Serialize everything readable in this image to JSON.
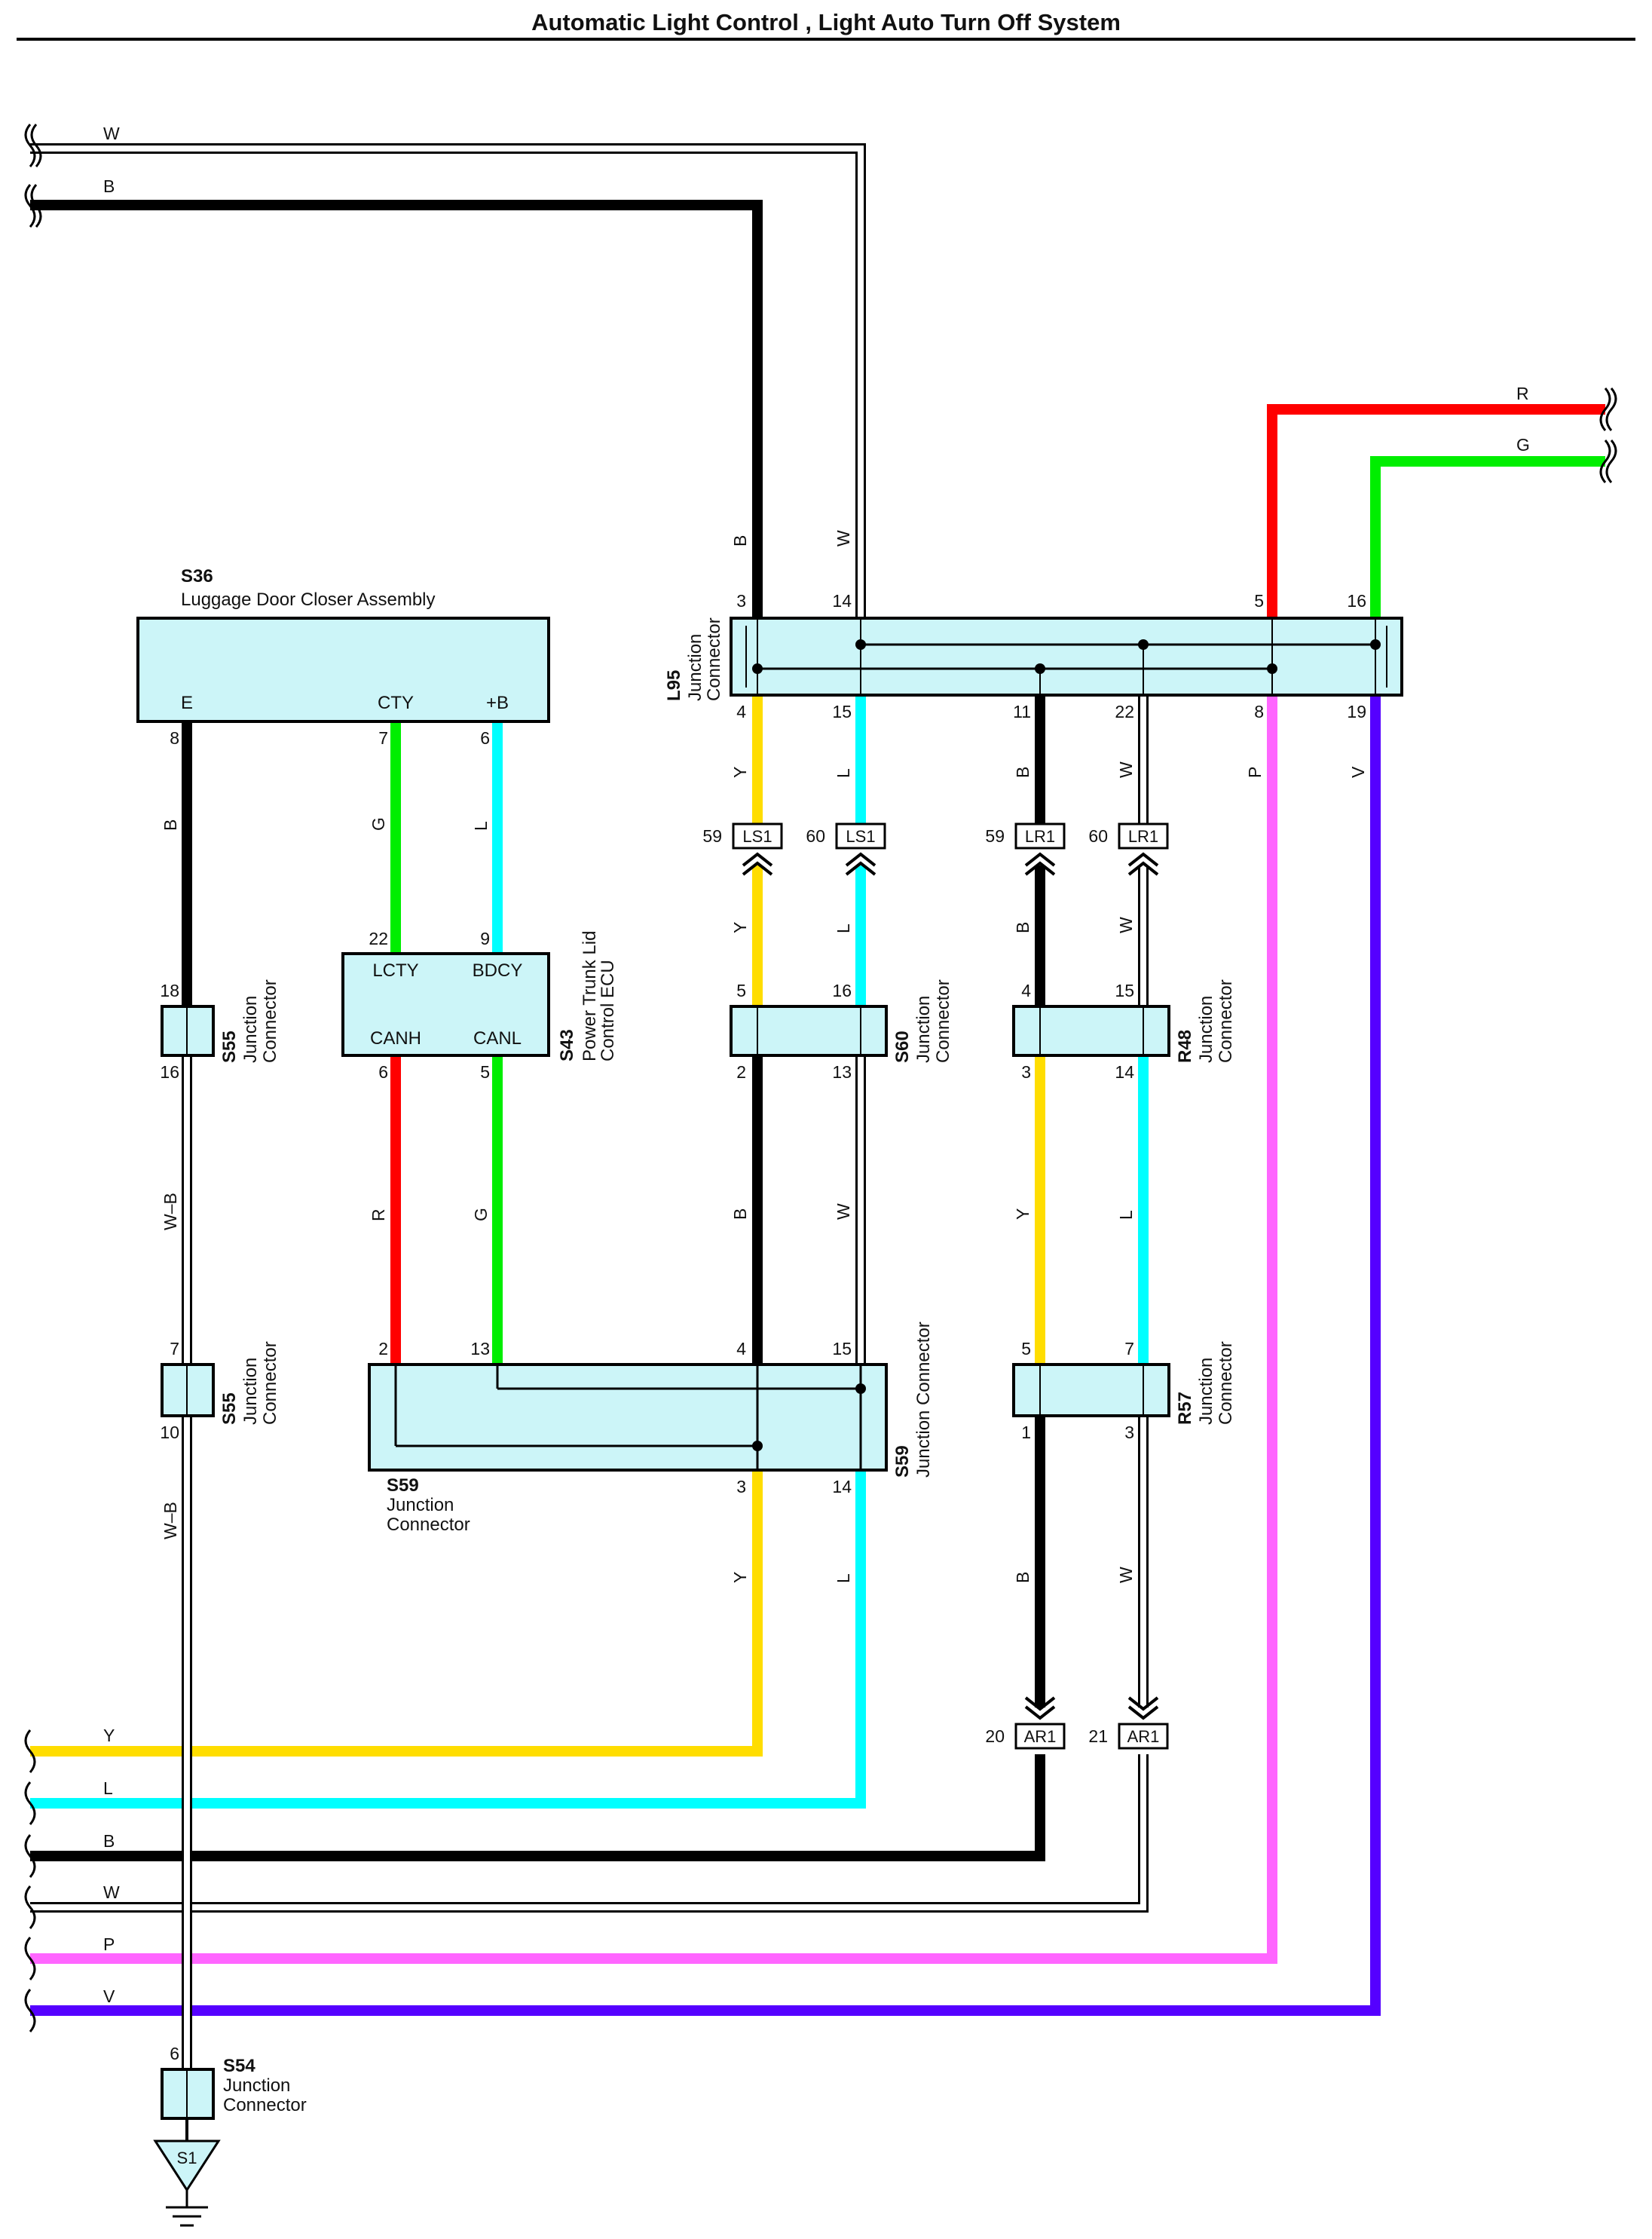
{
  "title": "Automatic Light Control , Light Auto Turn Off System",
  "colors": {
    "W": "#ffffff",
    "B": "#000000",
    "R": "#ff0000",
    "G": "#00ff00",
    "Y": "#ffdd00",
    "L": "#00ffff",
    "P": "#ff66ff",
    "V": "#5500ff",
    "connector_fill": "#ccf5f8",
    "outline": "#000000"
  },
  "components": {
    "S36": {
      "code": "S36",
      "name": "Luggage Door Closer Assembly",
      "pins": {
        "E": "E",
        "CTY": "CTY",
        "B": "+B"
      }
    },
    "S43": {
      "code": "S43",
      "name1": "Power Trunk Lid",
      "name2": "Control ECU",
      "pins": {
        "LCTY": "LCTY",
        "BDCY": "BDCY",
        "CANH": "CANH",
        "CANL": "CANL"
      }
    },
    "L95": {
      "code": "L95",
      "name1": "Junction",
      "name2": "Connector"
    },
    "S55a": {
      "code": "S55",
      "name1": "Junction",
      "name2": "Connector"
    },
    "S55b": {
      "code": "S55",
      "name1": "Junction",
      "name2": "Connector"
    },
    "S60": {
      "code": "S60",
      "name1": "Junction",
      "name2": "Connector"
    },
    "R48": {
      "code": "R48",
      "name1": "Junction",
      "name2": "Connector"
    },
    "S59": {
      "code": "S59",
      "name1": "Junction",
      "name2": "Connector",
      "side_name": "Junction Connector"
    },
    "R57": {
      "code": "R57",
      "name1": "Junction",
      "name2": "Connector"
    },
    "S54": {
      "code": "S54",
      "name1": "Junction",
      "name2": "Connector"
    },
    "ground": {
      "code": "S1"
    }
  },
  "inline_connectors": {
    "LS1_59": {
      "pin": "59",
      "code": "LS1"
    },
    "LS1_60": {
      "pin": "60",
      "code": "LS1"
    },
    "LR1_59": {
      "pin": "59",
      "code": "LR1"
    },
    "LR1_60": {
      "pin": "60",
      "code": "LR1"
    },
    "AR1_20": {
      "pin": "20",
      "code": "AR1"
    },
    "AR1_21": {
      "pin": "21",
      "code": "AR1"
    }
  },
  "wire_labels": {
    "top_w": "W",
    "top_b": "B",
    "right_r": "R",
    "right_g": "G",
    "bot_y": "Y",
    "bot_l": "L",
    "bot_b": "B",
    "bot_w": "W",
    "bot_p": "P",
    "bot_v": "V",
    "s36_e": "B",
    "s36_cty": "G",
    "s36_b": "L",
    "s55_wb1": "W–B",
    "s55_wb2": "W–B",
    "s43_canh": "R",
    "s43_canl": "G",
    "l95_in_b": "B",
    "l95_in_w": "W",
    "l95_4": "Y",
    "l95_15": "L",
    "l95_11": "B",
    "l95_22": "W",
    "l95_8": "P",
    "l95_19": "V",
    "ls1_y": "Y",
    "ls1_l": "L",
    "lr1_b": "B",
    "lr1_w": "W",
    "s60_b": "B",
    "s60_w": "W",
    "r48_y": "Y",
    "r48_l": "L",
    "s59_y": "Y",
    "s59_l": "L",
    "r57_b": "B",
    "r57_w": "W"
  },
  "pins": {
    "s36_8": "8",
    "s36_7": "7",
    "s36_6": "6",
    "s43_22": "22",
    "s43_9": "9",
    "s43_6": "6",
    "s43_5": "5",
    "s55a_18": "18",
    "s55a_16": "16",
    "s55b_7": "7",
    "s55b_10": "10",
    "l95_3": "3",
    "l95_14": "14",
    "l95_5": "5",
    "l95_16": "16",
    "l95_4": "4",
    "l95_15": "15",
    "l95_11": "11",
    "l95_22": "22",
    "l95_8": "8",
    "l95_19": "19",
    "s60_5": "5",
    "s60_16": "16",
    "s60_2": "2",
    "s60_13": "13",
    "r48_4": "4",
    "r48_15": "15",
    "r48_3": "3",
    "r48_14": "14",
    "s59_2": "2",
    "s59_13": "13",
    "s59_4": "4",
    "s59_15": "15",
    "s59_3": "3",
    "s59_14": "14",
    "r57_5": "5",
    "r57_7": "7",
    "r57_1": "1",
    "r57_3": "3",
    "s54_6": "6"
  }
}
